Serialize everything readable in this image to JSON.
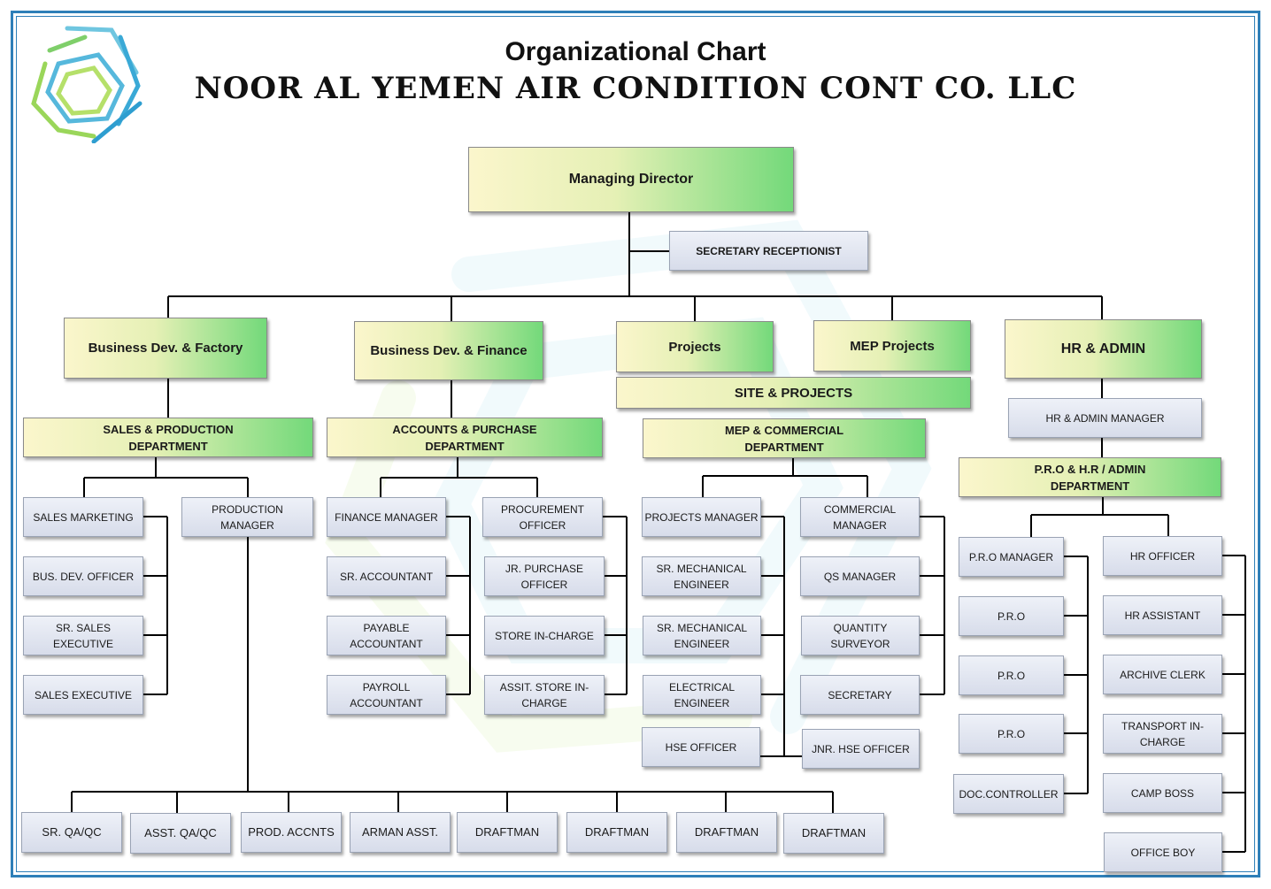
{
  "header": {
    "title": "Organizational Chart",
    "company": "NOOR AL YEMEN AIR CONDITION CONT CO. LLC"
  },
  "icons": {
    "logo": "hexagon-logo-icon"
  },
  "colors": {
    "frame": "#2e7fb8",
    "connector": "#000000",
    "grad_start": "#fbf6cc",
    "grad_end": "#73d97a",
    "box_grey": "#d7dcea"
  },
  "top": {
    "md": "Managing  Director",
    "secretary": "SECRETARY RECEPTIONIST"
  },
  "divisions": {
    "bdf_factory": "Business Dev. & Factory",
    "bdf_finance": "Business Dev. & Finance",
    "projects": "Projects",
    "mep_projects": "MEP Projects",
    "hr_admin": "HR & ADMIN",
    "site_projects": "SITE & PROJECTS",
    "hr_admin_manager": "HR & ADMIN MANAGER"
  },
  "departments": {
    "sales_production": "SALES & PRODUCTION\nDEPARTMENT",
    "accounts_purchase": "ACCOUNTS & PURCHASE\nDEPARTMENT",
    "mep_commercial": "MEP & COMMERCIAL\nDEPARTMENT",
    "pro_hr_admin": "P.R.O & H.R / ADMIN\nDEPARTMENT"
  },
  "sales": {
    "left": [
      "SALES MARKETING",
      "BUS. DEV. OFFICER",
      "SR. SALES\nEXECUTIVE",
      "SALES EXECUTIVE"
    ],
    "production_manager": "PRODUCTION\nMANAGER",
    "production_staff": [
      "SR. QA/QC",
      "ASST. QA/QC",
      "PROD. ACCNTS",
      "ARMAN ASST.",
      "DRAFTMAN",
      "DRAFTMAN",
      "DRAFTMAN",
      "DRAFTMAN"
    ]
  },
  "accounts": {
    "left": [
      "FINANCE MANAGER",
      "SR. ACCOUNTANT",
      "PAYABLE\nACCOUNTANT",
      "PAYROLL\nACCOUNTANT"
    ],
    "right": [
      "PROCUREMENT\nOFFICER",
      "JR. PURCHASE\nOFFICER",
      "STORE IN-CHARGE",
      "ASSIT. STORE IN-\nCHARGE"
    ]
  },
  "mep": {
    "left": [
      "PROJECTS MANAGER",
      "SR. MECHANICAL\nENGINEER",
      "SR. MECHANICAL\nENGINEER",
      "ELECTRICAL\nENGINEER",
      "HSE OFFICER"
    ],
    "right": [
      "COMMERCIAL\nMANAGER",
      "QS MANAGER",
      "QUANTITY\nSURVEYOR",
      "SECRETARY",
      "JNR. HSE OFFICER"
    ]
  },
  "pro": {
    "left": [
      "P.R.O MANAGER",
      "P.R.O",
      "P.R.O",
      "P.R.O",
      "DOC.CONTROLLER"
    ],
    "right": [
      "HR OFFICER",
      "HR ASSISTANT",
      "ARCHIVE CLERK",
      "TRANSPORT IN-\nCHARGE",
      "CAMP BOSS",
      "OFFICE BOY"
    ]
  }
}
